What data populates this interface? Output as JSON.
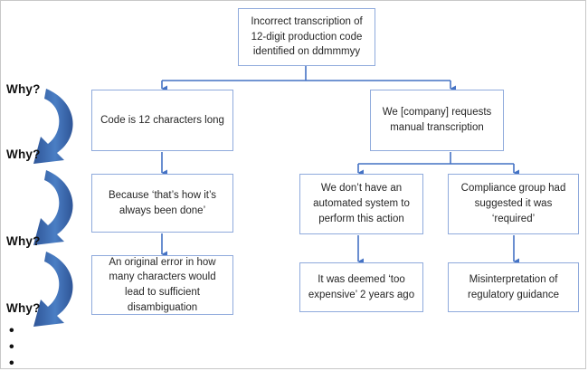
{
  "diagram": {
    "type": "five-whys-root-cause-tree",
    "accent_color": "#3d6fb4",
    "box_border_color": "#8faadc",
    "connector_color": "#4472c4",
    "text_color": "#262626"
  },
  "nodes": {
    "root": "Incorrect transcription of 12-digit production code identified on ddmmmyy",
    "left_1": "Code is 12 characters long",
    "left_2": "Because ‘that’s how it’s always been done’",
    "left_3": "An original error in how many characters would lead to sufficient disambiguation",
    "right_1": "We [company] requests manual transcription",
    "right_2a": "We don’t have an automated system to perform this action",
    "right_2b": "Compliance group had suggested it was ‘required’",
    "right_3a": "It was deemed ‘too expensive’ 2 years ago",
    "right_3b": "Misinterpretation of regulatory guidance"
  },
  "why_labels": [
    {
      "text": "Why?"
    },
    {
      "text": "Why?"
    },
    {
      "text": "Why?"
    },
    {
      "text": "Why?"
    }
  ],
  "continuation_bullets": [
    {
      "glyph": "•"
    },
    {
      "glyph": "•"
    },
    {
      "glyph": "•"
    }
  ]
}
